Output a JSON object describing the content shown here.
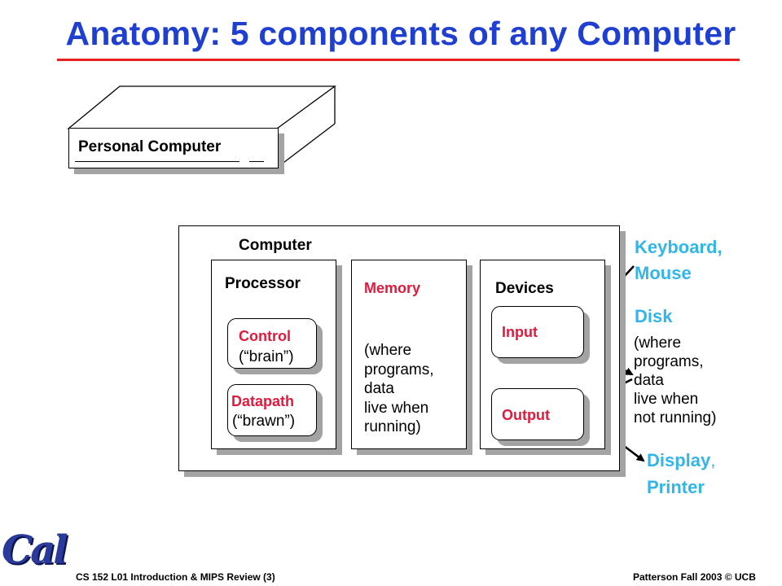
{
  "slide": {
    "title": "Anatomy: 5 components of any Computer"
  },
  "pc": {
    "label": "Personal Computer"
  },
  "computer": {
    "label": "Computer",
    "processor": {
      "label": "Processor",
      "control": {
        "label": "Control",
        "note": "(“brain”)"
      },
      "datapath": {
        "label": "Datapath",
        "note": "(“brawn”)"
      }
    },
    "memory": {
      "label": "Memory",
      "note": "(where\nprograms,\ndata\nlive when\nrunning)"
    },
    "devices": {
      "label": "Devices",
      "input": "Input",
      "output": "Output"
    }
  },
  "side": {
    "keyboard": "Keyboard,\nMouse",
    "disk": {
      "label": "Disk",
      "note": "(where\nprograms,\ndata\nlive when\nnot running)"
    },
    "display_word": "Display",
    "display_comma": ",",
    "printer": "Printer"
  },
  "footer": {
    "left": "CS 152 L01 Introduction & MIPS Review (3)",
    "right": "Patterson Fall 2003 © UCB",
    "logo": "Cal"
  },
  "colors": {
    "title": "#1f3fd0",
    "rule": "#e82020",
    "red": "#e01a3c",
    "cyan": "#33b5e8",
    "shadow": "#a3a3a3"
  }
}
